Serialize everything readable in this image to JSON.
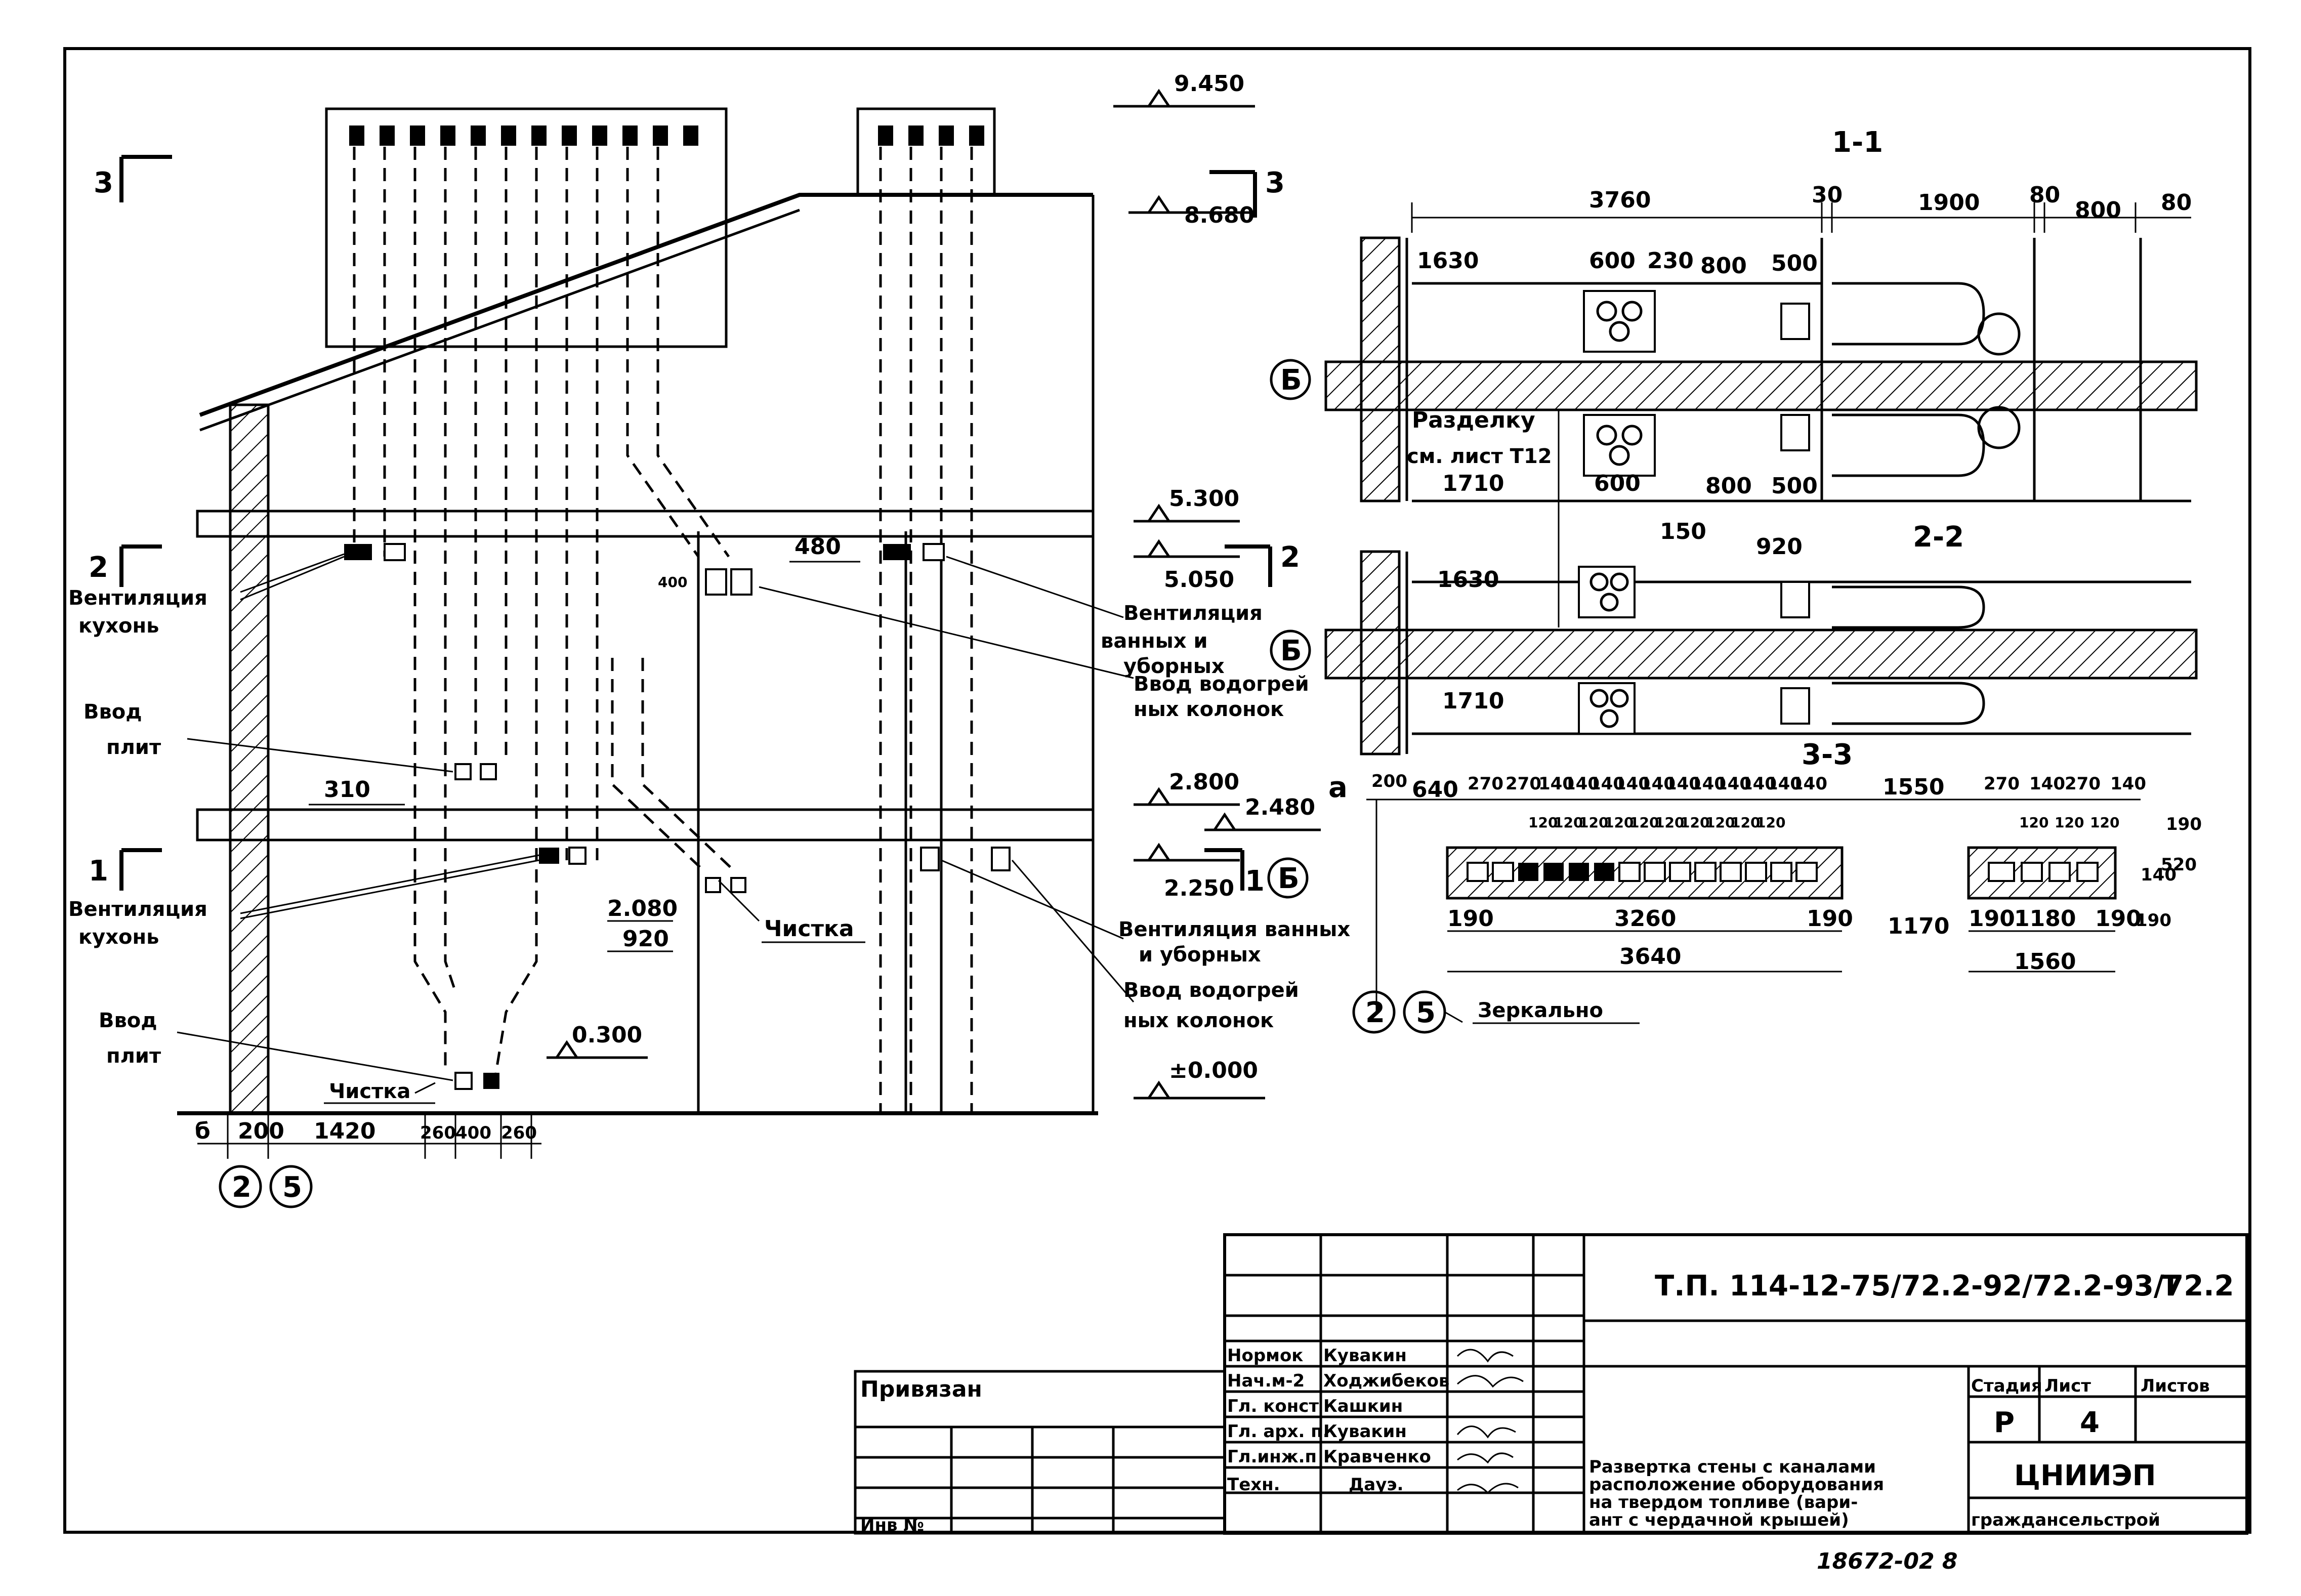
{
  "elevation": {
    "marks": [
      "9.450",
      "8.680",
      "5.300",
      "5.050",
      "2.800",
      "2.480",
      "2.250",
      "0.300",
      "±0.000"
    ],
    "section_marks": [
      "3",
      "3",
      "2",
      "2",
      "1",
      "1"
    ],
    "dims_bottom": [
      "б",
      "200",
      "1420",
      "260",
      "400",
      "260"
    ],
    "dims_mid": [
      "310",
      "480",
      "400",
      "2.080",
      "920"
    ],
    "axes": [
      "2",
      "5"
    ],
    "labels": {
      "vent_kitchen_top": [
        "Вентиляция",
        "кухонь"
      ],
      "vvod_plit_top": [
        "Ввод",
        "плит"
      ],
      "vent_kitchen_bottom": [
        "Вентиляция",
        "кухонь"
      ],
      "vvod_plit_bottom": [
        "Ввод",
        "плит"
      ],
      "chistka_1": "Чистка",
      "chistka_2": "Чистка",
      "vent_baths_top": [
        "Вентиляция",
        "ванных и",
        "уборных"
      ],
      "vvod_kolonok_top": [
        "Ввод водогрей",
        "ных колонок"
      ],
      "vent_baths_bottom": [
        "Вентиляция ванных",
        "и уборных"
      ],
      "vvod_kolonok_bottom": [
        "Ввод водогрей",
        "ных колонок"
      ],
      "axis_b": "Б",
      "mirror": "Зеркально"
    }
  },
  "plans": {
    "section_11": "1-1",
    "section_22": "2-2",
    "section_33": "3-3",
    "dims_top": [
      "3760",
      "30",
      "1900",
      "80",
      "800",
      "80"
    ],
    "dims_row1": [
      "1630",
      "600",
      "230",
      "800",
      "500"
    ],
    "dims_row2": [
      "1710",
      "600",
      "150",
      "800",
      "500"
    ],
    "dims_row3": [
      "1630",
      "920"
    ],
    "dims_row4": [
      "1710"
    ],
    "razdelku": [
      "Разделку",
      "см. лист Т12"
    ],
    "axis_b": "Б"
  },
  "section_block": {
    "axis_a": "а",
    "top_dims": [
      "200",
      "640",
      "270",
      "270",
      "140",
      "140",
      "140",
      "140",
      "140",
      "140",
      "140",
      "140",
      "140",
      "140",
      "140",
      "1550",
      "270",
      "140",
      "270",
      "140"
    ],
    "inner_dims": [
      "120",
      "120",
      "120",
      "120",
      "120",
      "120",
      "120",
      "120",
      "120",
      "120",
      "120",
      "120",
      "120"
    ],
    "bottom_dims": [
      "190",
      "3260",
      "190",
      "1170",
      "190",
      "1180",
      "190"
    ],
    "totals": [
      "3640",
      "1560"
    ],
    "side_dims": [
      "190",
      "140",
      "190",
      "520"
    ]
  },
  "title_block": {
    "code": "Т.П. 114-12-75/72.2-92/72.2-93/72.2",
    "code_suffix": "Т",
    "privyazan": "Привязан",
    "inv": "Инв №",
    "roles": [
      "Нормок",
      "Нач.м-2",
      "Гл. конст",
      "Гл. арх. п.",
      "Гл.инж.п",
      "Техн."
    ],
    "names": [
      "Кувакин",
      "Ходжибеков",
      "Кашкин",
      "Кувакин",
      "Кравченко",
      "Дауэ."
    ],
    "stage_label": "Стадия",
    "sheet_label": "Лист",
    "sheets_label": "Листов",
    "stage": "Р",
    "sheet": "4",
    "description": [
      "Развертка стены с каналами",
      "расположение оборудования",
      "на твердом топливе (вари-",
      "ант с чердачной крышей)"
    ],
    "org": "ЦНИИЭП",
    "org_sub": "граждансельстрой",
    "footer": "18672-02   8"
  }
}
